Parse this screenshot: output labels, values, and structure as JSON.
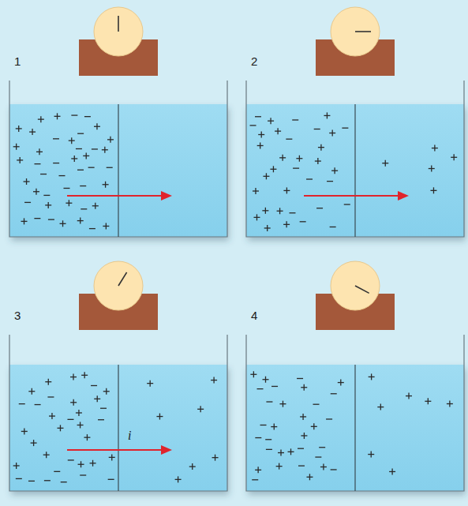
{
  "diagram": {
    "labels": [
      "1",
      "2",
      "3",
      "4",
      "i"
    ]
  }
}
